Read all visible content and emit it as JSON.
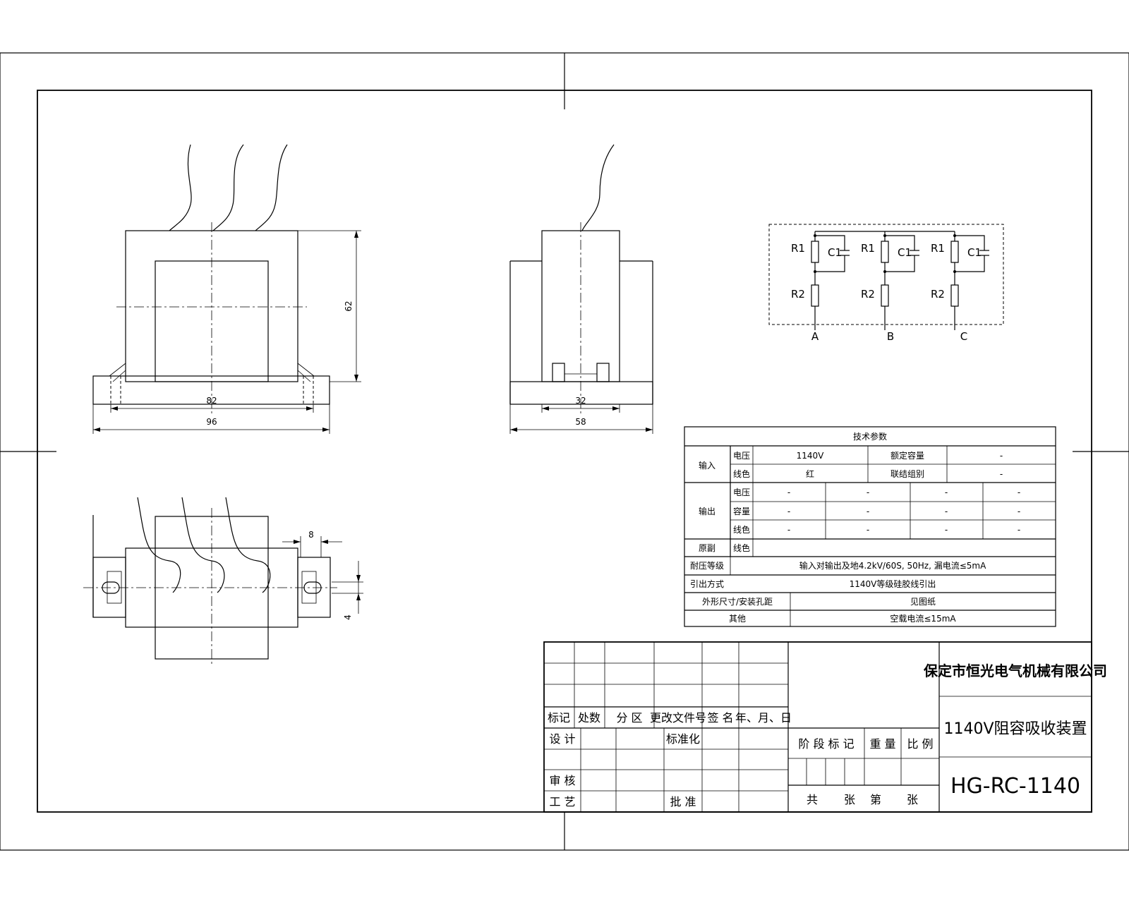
{
  "dimensions": {
    "front_height": "62",
    "front_inner_width": "82",
    "front_base_width": "96",
    "side_inner_width": "32",
    "side_base_width": "58",
    "top_slot_spacing": "8",
    "top_slot_width": "4"
  },
  "schematic": {
    "labels": {
      "r1": "R1",
      "r2": "R2",
      "c1": "C1"
    },
    "terminals": [
      "A",
      "B",
      "C"
    ]
  },
  "tech_table": {
    "title": "技术参数",
    "input_label": "输入",
    "output_label": "输出",
    "primary_label": "原副",
    "voltage_label": "电压",
    "wire_color_label": "线色",
    "capacity_label": "容量",
    "input_voltage": "1140V",
    "rated_capacity_label": "额定容量",
    "rated_capacity": "-",
    "input_wire_color": "红",
    "connection_label": "联结组别",
    "connection": "-",
    "dash": "-",
    "withstand_label": "耐压等级",
    "withstand_value": "输入对输出及地4.2kV/60S, 50Hz, 漏电流≤5mA",
    "lead_label": "引出方式",
    "lead_value": "1140V等级硅胶线引出",
    "size_label": "外形尺寸/安装孔距",
    "size_value": "见图纸",
    "other_label": "其他",
    "other_value": "空载电流≤15mA"
  },
  "title_block": {
    "col_mark": "标记",
    "col_count": "处数",
    "col_zone": "分 区",
    "col_doc": "更改文件号",
    "col_sign": "签 名",
    "col_date": "年、月、日",
    "design": "设 计",
    "standard": "标准化",
    "review": "审 核",
    "process": "工 艺",
    "approve": "批 准",
    "stage_mark": "阶 段 标 记",
    "weight": "重 量",
    "scale": "比 例",
    "sheet_total": "共",
    "sheet_unit1": "张",
    "sheet_no": "第",
    "sheet_unit2": "张",
    "company": "保定市恒光电气机械有限公司",
    "product_name": "1140V阻容吸收装置",
    "drawing_code": "HG-RC-1140"
  }
}
